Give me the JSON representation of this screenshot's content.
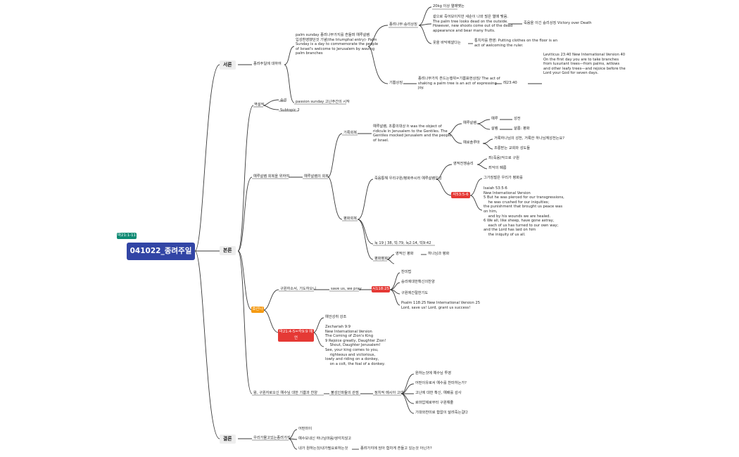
{
  "root": {
    "title": "041022_종려주일",
    "tag": "마21:1-11"
  },
  "sections": {
    "intro": "서론",
    "body": "본론",
    "conclusion": "결론"
  },
  "intro": {
    "about": "종려주일에 대하여",
    "palm_sunday": "palm sunday 종려나무가지를 흔들며 예루살렘\n입성환영했던것 기념(the triumphal entry)- Palm\nSunday is a day to commemorate the people\nof Israel's welcome to Jerusalem by waving\npalm branches",
    "passion_sunday": "passion sunday 고난주간의 시작",
    "palm_victory": "종려나무:승리상징",
    "weight": "20kg 이상 열매맺는",
    "outside": "겉으로 죽어보이지만 새순이 나와 많은 열매 맺음.\nThe palm tree looks dead on the outside.\nHowever, new shoots come out of the dead\nappearance and bear many fruits.",
    "death_victory": "죽음을 이긴 승리상징 Victory over Death",
    "clothes": "옷을 바닥에깔다는",
    "ruler": "통치자를 환영: Putting clothes on the floor is an\nact of welcoming the ruler.",
    "joy_symbol": "기쁨상징",
    "joy_text": "종려나무가지 흔드는행위=기쁨표현상징/ The act of\nshaking a palm tree is an act of expressing\njoy.",
    "lev_ref": "레23:40",
    "lev_text": "Leviticus 23:40 New International Version 40\nOn the first day you are to take branches\nfrom luxuriant trees—from palms, willows\nand other leafy trees—and rejoice before the\nLord your God for seven days."
  },
  "body": {
    "paradox": "역설적",
    "victory": "승리",
    "subtopic2": "Subtopic 2",
    "jerusalem": "예루살렘 회복을 위하여",
    "recovery": "예루살렘의 회복",
    "mock_recovery": "기록회복",
    "mock_text": "예루살렘, 조롱의대상 It was the object of\nridicule in Jerusalem to the Gentiles. The\nGentiles mocked Jerusalem and the people\nof Israel.",
    "temple": "예루살렘",
    "worship": "예루",
    "sacred": "성전",
    "peace": "살렘",
    "peace_en": "샬롬: 평화",
    "to_worship": "예로솔루마",
    "holy_city": "거룩하나님의 성전, 거룩한 하나님께성전는요?",
    "mock_church": "조롱받는 교회와 성도들",
    "peace_recovery": "평화회복",
    "cross": "죽음통해 우리구원/평화주시러 예루살렘입성",
    "spiritual_victory": "영적전쟁승리",
    "salvation": "죄(죽음)악으로 구원",
    "sin_pain": "죄악의 폐름",
    "isaiah_tag": "사53:5-6",
    "christ_peace": "그가징벌은 우리가 평화를",
    "isaiah_text": "Isaiah 53:5-6\nNew International Version\n5 But he was pierced for our transgressions,\n    he was crushed for our iniquities;\nthe punishment that brought us peace was\non him,\n    and by his wounds we are healed.\n6 We all, like sheep, have gone astray,\n    each of us has turned to our own way;\nand the Lord has laid on him\n    the iniquity of us all.",
    "luke_refs": "눅 19 | 38, 빅:79, 눅2:14, 빅9:42",
    "which_peace": "평화평화?",
    "eternal_peace": "영적인 평화",
    "god_peace": "하나님과 평화",
    "hosanna_tag": "호산나",
    "pray_save": "구원하소서, 기도하오니",
    "save_us": "save us, we pray",
    "psalm_tag": "시118:25",
    "praise": "찬미법",
    "shout": "승리에대한확신의찬양",
    "prayer": "구원에간절한기도",
    "psalm_text": "Psalm 118:25 New International Version 25\nLord, save us! Lord, grant us success!",
    "zech_tag": "마21:4-5=슥9:9 예언",
    "prophecy": "예언성취 강조",
    "zech_text": "Zechariah 9:9\nNew International Version\nThe Coming of Zion's King\n9 Rejoice greatly, Daughter Zion!\n    Shout, Daughter Jerusalem!\nSee, your king comes to you,\n    righteous and victorious,\nlowly and riding on a donkey,\n    on a colt, the foal of a donkey.",
    "king": "왕, 구원자로오신 예수님 대한 기쁨과 찬양",
    "crowd": "불성인파들의 관점",
    "messiah": "정치적 메시아 고대",
    "m1": "원하는것에 예수님 투영",
    "m2": "어떤이유로서 예수를 찬미하는가?",
    "m3": "고난에 대한 확신, 예배를 감사",
    "m4": "로마압제로부터 구원해줄",
    "m5": "기대와찬미로 합없이 달려죽는걸다"
  },
  "conclusion": {
    "cry": "우리가물고있는종려가지",
    "c1": "어떤마이",
    "c2": "예수보내신 하나님마음/생각치않고",
    "c3": "내가 원하는것/내가필요로하는것",
    "c3b": "종려가지에 담아 함차게 흔들고 있는것 아닌가?"
  }
}
